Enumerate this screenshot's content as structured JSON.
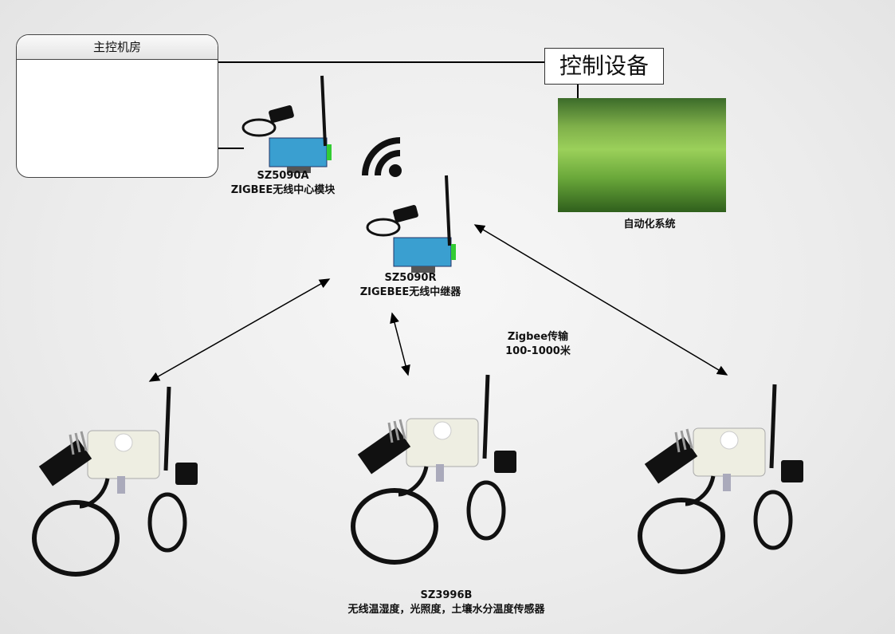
{
  "control_room": {
    "title": "主控机房"
  },
  "control_device": {
    "label": "控制设备"
  },
  "gateway": {
    "model": "SZ5090A",
    "name": "ZIGBEE无线中心模块"
  },
  "repeater": {
    "model": "SZ5090R",
    "name": "ZIGEBEE无线中继器"
  },
  "automation": {
    "label": "自动化系统"
  },
  "transmission": {
    "line1": "Zigbee传输",
    "line2": "100-1000米"
  },
  "sensor": {
    "model": "SZ3996B",
    "name": "无线温湿度，光照度，土壤水分温度传感器"
  },
  "colors": {
    "device_blue": "#3a9fd0",
    "line": "#000000"
  }
}
